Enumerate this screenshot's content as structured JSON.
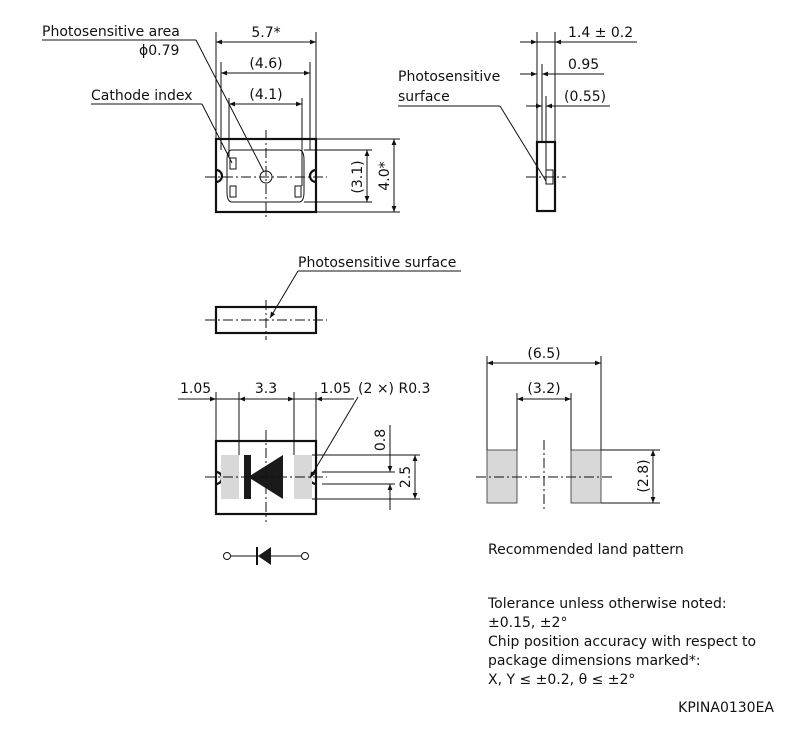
{
  "labels": {
    "photosensitive_area": "Photosensitive area",
    "phi_079": "ϕ0.79",
    "cathode_index": "Cathode index",
    "photosensitive_surface_1": "Photosensitive",
    "photosensitive_surface_2": "surface",
    "photosensitive_surface_side": "Photosensitive surface",
    "recommended_land": "Recommended land pattern",
    "tolerance_1": "Tolerance unless otherwise noted:",
    "tolerance_2": "±0.15, ±2°",
    "chip_pos_1": "Chip position accuracy with respect to",
    "chip_pos_2": "package dimensions marked*:",
    "chip_pos_3": "X, Y ≤ ±0.2, θ ≤ ±2°",
    "drawing_code": "KPINA0130EA"
  },
  "dims": {
    "width_57": "5.7*",
    "d_46": "(4.6)",
    "d_41": "(4.1)",
    "d_31": "(3.1)",
    "d_40": "4.0*",
    "d_14": "1.4 ± 0.2",
    "d_095": "0.95",
    "d_055": "(0.55)",
    "d_105_left": "1.05",
    "d_33": "3.3",
    "d_105_right": "1.05",
    "d_r03": "(2 ×) R0.3",
    "d_08": "0.8",
    "d_25": "2.5",
    "d_65": "(6.5)",
    "d_32": "(3.2)",
    "d_28": "(2.8)"
  },
  "colors": {
    "line": "#111111",
    "pad_fill": "#d8d8d8",
    "body_fill": "#ffffff"
  }
}
